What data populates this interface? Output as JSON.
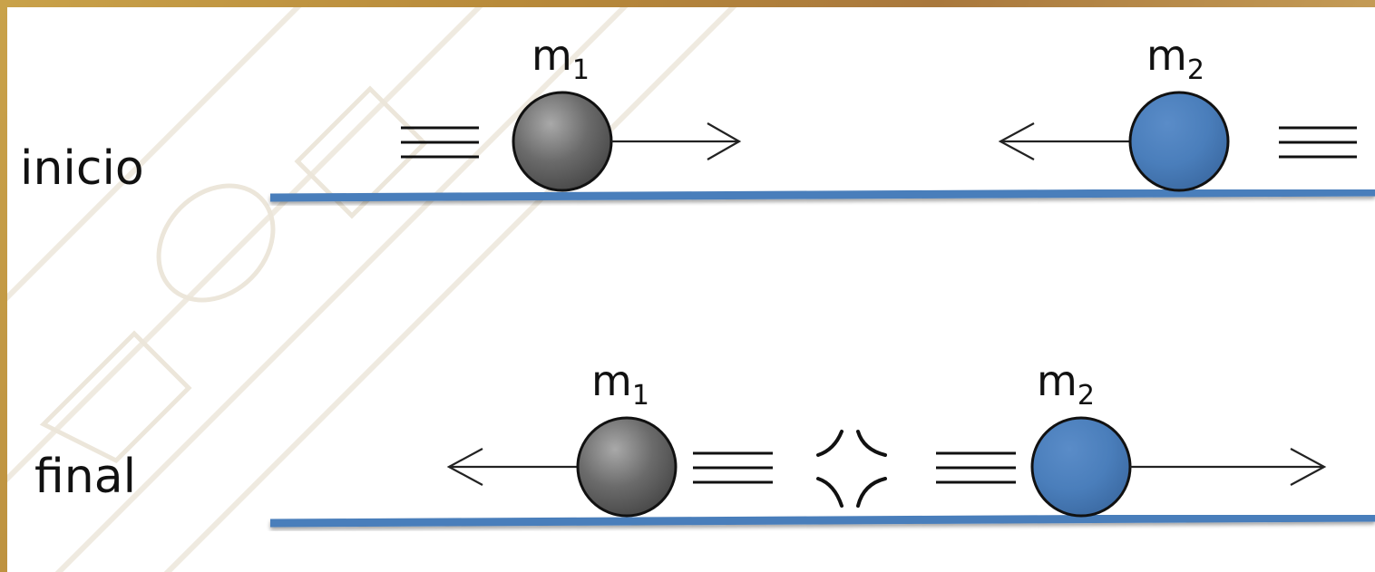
{
  "rows": {
    "initial": {
      "label": "inicio",
      "left_mass": {
        "name": "m",
        "sub": "1",
        "direction": "right"
      },
      "right_mass": {
        "name": "m",
        "sub": "2",
        "direction": "left"
      }
    },
    "final": {
      "label": "final",
      "left_mass": {
        "name": "m",
        "sub": "1",
        "direction": "left"
      },
      "right_mass": {
        "name": "m",
        "sub": "2",
        "direction": "right"
      }
    }
  },
  "colors": {
    "track": "#4a7ebb",
    "ball_m1": "#6e6e6e",
    "ball_m2": "#4a7ebb",
    "watermark": "#ece7dc"
  },
  "icons": [
    "collision-spark-icon",
    "speed-lines-icon",
    "arrow-icon"
  ]
}
